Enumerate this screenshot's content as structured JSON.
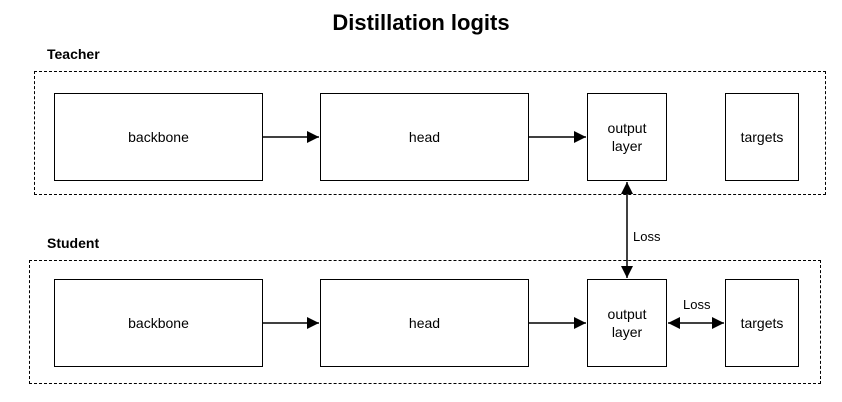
{
  "title": "Distillation logits",
  "teacher": {
    "label": "Teacher",
    "backbone": "backbone",
    "head": "head",
    "output": "output\nlayer",
    "targets": "targets"
  },
  "student": {
    "label": "Student",
    "backbone": "backbone",
    "head": "head",
    "output": "output\nlayer",
    "targets": "targets"
  },
  "edges": {
    "teacher_student_loss": "Loss",
    "student_target_loss": "Loss"
  }
}
